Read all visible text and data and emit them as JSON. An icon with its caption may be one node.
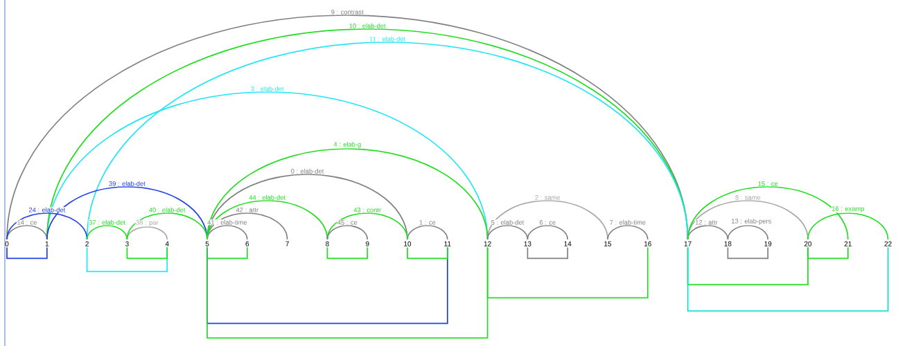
{
  "diagram": {
    "nodes": [
      {
        "text": [
          "0"
        ]
      },
      {
        "text": [
          "1"
        ]
      },
      {
        "text": [
          "2"
        ]
      },
      {
        "text": [
          "3"
        ]
      },
      {
        "text": [
          "4"
        ]
      },
      {
        "text": [
          "5"
        ]
      },
      {
        "text": [
          "6"
        ]
      },
      {
        "text": [
          "7"
        ]
      },
      {
        "text": [
          "8"
        ]
      },
      {
        "text": [
          "9"
        ]
      },
      {
        "text": [
          "10"
        ]
      },
      {
        "text": [
          "11"
        ]
      },
      {
        "text": [
          "12"
        ]
      },
      {
        "text": [
          "13"
        ]
      },
      {
        "text": [
          "14"
        ]
      },
      {
        "text": [
          "15"
        ]
      },
      {
        "text": [
          "16"
        ]
      },
      {
        "text": [
          "17"
        ]
      },
      {
        "text": [
          "18"
        ]
      },
      {
        "text": [
          "19"
        ]
      },
      {
        "text": [
          "20"
        ]
      },
      {
        "text": [
          "21"
        ]
      },
      {
        "text": [
          "22"
        ]
      }
    ],
    "edges": [
      {
        "from": 5,
        "to": 10,
        "arrow": "none",
        "label": "0 : elab-det",
        "color": "#808080"
      },
      {
        "from": 10,
        "to": 11,
        "arrow": "none",
        "label": "1 : ce",
        "color": "#808080"
      },
      {
        "from": 12,
        "to": 15,
        "arrow": "none",
        "label": "2 : same",
        "color": "#a8a8a8"
      },
      {
        "from": 1,
        "to": 12,
        "arrow": "none",
        "label": "3 : elab-det",
        "color": "#22e5f5"
      },
      {
        "from": 5,
        "to": 12,
        "arrow": "none",
        "label": "4 : elab-g",
        "color": "#22dd22"
      },
      {
        "from": 12,
        "to": 13,
        "arrow": "none",
        "label": "5 : elab-det",
        "color": "#808080"
      },
      {
        "from": 13,
        "to": 14,
        "arrow": "none",
        "label": "6 : ce",
        "color": "#808080"
      },
      {
        "from": 15,
        "to": 16,
        "arrow": "none",
        "label": "7 : elab-time",
        "color": "#808080"
      },
      {
        "from": 17,
        "to": 20,
        "arrow": "none",
        "label": "8 : same",
        "color": "#a8a8a8"
      },
      {
        "from": 0,
        "to": 17,
        "arrow": "none",
        "label": "9 : contrast",
        "color": "#808080"
      },
      {
        "from": 1,
        "to": 17,
        "arrow": "none",
        "label": "10 : elab-det",
        "color": "#22dd22"
      },
      {
        "from": 2,
        "to": 17,
        "arrow": "none",
        "label": "11 : elab-det",
        "color": "#22e5f5"
      },
      {
        "from": 17,
        "to": 18,
        "arrow": "none",
        "label": "12 : attr",
        "color": "#808080"
      },
      {
        "from": 18,
        "to": 19,
        "arrow": "none",
        "label": "13 : elab-pers",
        "color": "#808080"
      },
      {
        "from": 0,
        "to": 1,
        "arrow": "none",
        "label": "14 : ce",
        "color": "#808080"
      },
      {
        "from": 17,
        "to": 21,
        "arrow": "none",
        "label": "15 : ce",
        "color": "#22dd22"
      },
      {
        "from": 20,
        "to": 22,
        "arrow": "none",
        "label": "16 : examp",
        "color": "#22dd22"
      },
      {
        "from": 0,
        "to": 2,
        "arrow": "none",
        "label": "24 : elab-det",
        "color": "#2040e8"
      },
      {
        "from": 2,
        "to": 3,
        "arrow": "none",
        "label": "37 : elab-det",
        "color": "#22dd22"
      },
      {
        "from": 3,
        "to": 4,
        "arrow": "none",
        "label": "38 : par",
        "color": "#a8a8a8"
      },
      {
        "from": 1,
        "to": 5,
        "arrow": "none",
        "label": "39 : elab-det",
        "color": "#2040e8"
      },
      {
        "from": 3,
        "to": 5,
        "arrow": "none",
        "label": "40 : elab-det",
        "color": "#22dd22"
      },
      {
        "from": 5,
        "to": 6,
        "arrow": "none",
        "label": "41 : elab-time",
        "color": "#808080"
      },
      {
        "from": 5,
        "to": 7,
        "arrow": "none",
        "label": "42 : attr",
        "color": "#808080"
      },
      {
        "from": 8,
        "to": 10,
        "arrow": "none",
        "label": "43 : contr",
        "color": "#22dd22"
      },
      {
        "from": 5,
        "to": 8,
        "arrow": "none",
        "label": "44 : elab-det",
        "color": "#22dd22"
      },
      {
        "from": 8,
        "to": 9,
        "arrow": "none",
        "label": "45 : ce",
        "color": "#808080"
      },
      {
        "from": 0,
        "to": 1,
        "arrow": "none",
        "color": "#2040e8"
      },
      {
        "from": 2,
        "to": 4,
        "arrow": "none",
        "color": "#22e5f5"
      },
      {
        "from": 3,
        "to": 4,
        "arrow": "none",
        "color": "#22dd22"
      },
      {
        "from": 5,
        "to": 6,
        "arrow": "none",
        "color": "#22dd22"
      },
      {
        "from": 5,
        "to": 11,
        "arrow": "none",
        "color": "#2040e8"
      },
      {
        "from": 5,
        "to": 12,
        "arrow": "none",
        "color": "#22dd22"
      },
      {
        "from": 8,
        "to": 9,
        "arrow": "none",
        "color": "#22dd22"
      },
      {
        "from": 10,
        "to": 11,
        "arrow": "none",
        "color": "#22dd22"
      },
      {
        "from": 12,
        "to": 16,
        "arrow": "none",
        "color": "#22dd22"
      },
      {
        "from": 13,
        "to": 14,
        "arrow": "none",
        "color": "#808080"
      },
      {
        "from": 17,
        "to": 20,
        "arrow": "none",
        "color": "#22dd22"
      },
      {
        "from": 18,
        "to": 19,
        "arrow": "none",
        "color": "#808080"
      },
      {
        "from": 20,
        "to": 21,
        "arrow": "none",
        "color": "#22dd22"
      },
      {
        "from": 17,
        "to": 22,
        "arrow": "none",
        "color": "#10e0d0"
      }
    ]
  }
}
